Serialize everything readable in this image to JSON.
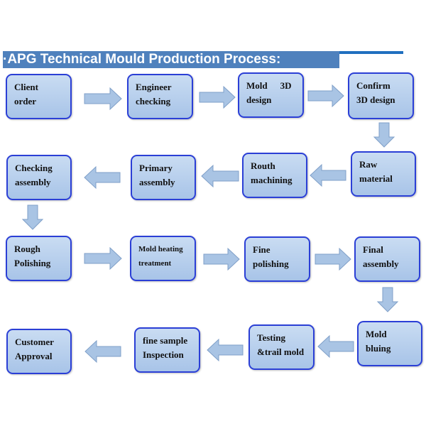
{
  "title": "·APG Technical Mould Production Process:",
  "colors": {
    "title_bg": "#4f81bd",
    "title_text": "#ffffff",
    "title_rule": "#1f6fbf",
    "box_border": "#2b3fd6",
    "box_fill": "#b8d0ee",
    "arrow_fill": "#a9c4e4"
  },
  "steps": [
    {
      "line1": "Client",
      "line2": "order"
    },
    {
      "line1": "Engineer",
      "line2": "checking"
    },
    {
      "line1": "Mold 3D",
      "line1a": "Mold",
      "line1b": "3D",
      "line2": "design"
    },
    {
      "line1": "Confirm",
      "line2": "3D design"
    },
    {
      "line1": "Raw",
      "line2": "material"
    },
    {
      "line1": "Routh",
      "line2": "machining"
    },
    {
      "line1": "Primary",
      "line2": "assembly"
    },
    {
      "line1": "Checking",
      "line2": "assembly"
    },
    {
      "line1": "Rough",
      "line2": "Polishing"
    },
    {
      "line1": "Mold heating",
      "line2": "treatment"
    },
    {
      "line1": "Fine",
      "line2": "polishing"
    },
    {
      "line1": "Final",
      "line2": "assembly"
    },
    {
      "line1": "Mold",
      "line2": "bluing"
    },
    {
      "line1": "Testing",
      "line2": "&trail mold"
    },
    {
      "line1": "fine sample",
      "line2": "Inspection"
    },
    {
      "line1": "Customer",
      "line2": "Approval"
    }
  ],
  "arrows": [
    {
      "from": "Client order",
      "to": "Engineer checking",
      "direction": "right"
    },
    {
      "from": "Engineer checking",
      "to": "Mold 3D design",
      "direction": "right"
    },
    {
      "from": "Mold 3D design",
      "to": "Confirm 3D design",
      "direction": "right"
    },
    {
      "from": "Confirm 3D design",
      "to": "Raw material",
      "direction": "down"
    },
    {
      "from": "Raw material",
      "to": "Routh machining",
      "direction": "left"
    },
    {
      "from": "Routh machining",
      "to": "Primary assembly",
      "direction": "left"
    },
    {
      "from": "Primary assembly",
      "to": "Checking assembly",
      "direction": "left"
    },
    {
      "from": "Checking assembly",
      "to": "Rough Polishing",
      "direction": "down"
    },
    {
      "from": "Rough Polishing",
      "to": "Mold heating treatment",
      "direction": "right"
    },
    {
      "from": "Mold heating treatment",
      "to": "Fine polishing",
      "direction": "right"
    },
    {
      "from": "Fine polishing",
      "to": "Final assembly",
      "direction": "right"
    },
    {
      "from": "Final assembly",
      "to": "Mold bluing",
      "direction": "down"
    },
    {
      "from": "Mold bluing",
      "to": "Testing &trail mold",
      "direction": "left"
    },
    {
      "from": "Testing &trail mold",
      "to": "fine sample Inspection",
      "direction": "left"
    },
    {
      "from": "fine sample Inspection",
      "to": "Customer Approval",
      "direction": "left"
    }
  ]
}
